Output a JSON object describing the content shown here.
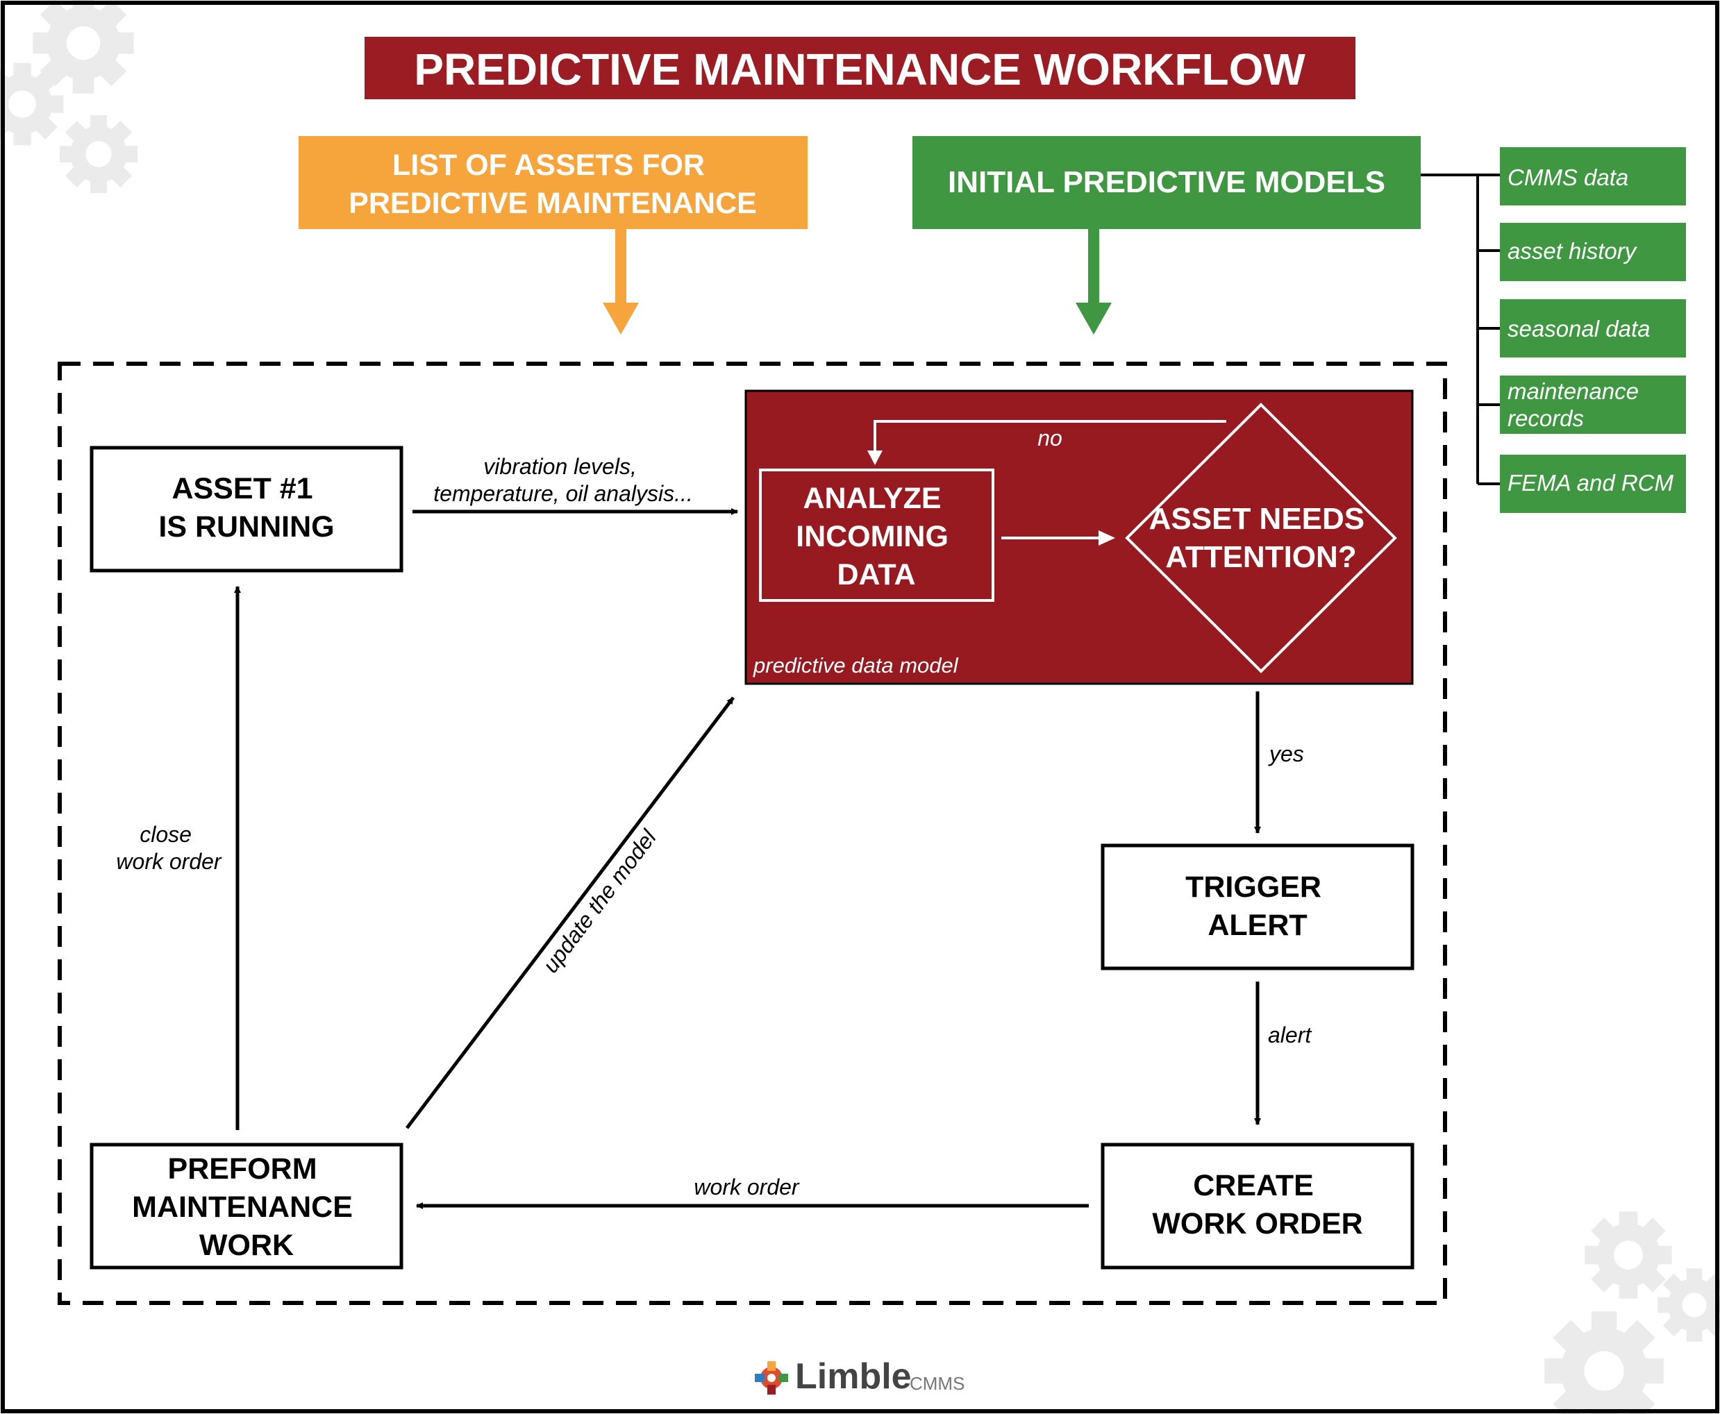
{
  "title": "PREDICTIVE MAINTENANCE WORKFLOW",
  "inputs": {
    "assets_list": [
      "LIST OF ASSETS FOR",
      "PREDICTIVE MAINTENANCE"
    ],
    "initial_models": "INITIAL PREDICTIVE MODELS",
    "model_sources": [
      [
        "CMMS data"
      ],
      [
        "asset history"
      ],
      [
        "seasonal data"
      ],
      [
        "maintenance",
        "records"
      ],
      [
        "FEMA and RCM"
      ]
    ]
  },
  "nodes": {
    "asset_running": [
      "ASSET #1",
      "IS RUNNING"
    ],
    "analyze": [
      "ANALYZE",
      "INCOMING",
      "DATA"
    ],
    "decision": [
      "ASSET NEEDS",
      "ATTENTION?"
    ],
    "model_caption": "predictive data model",
    "trigger_alert": [
      "TRIGGER",
      "ALERT"
    ],
    "create_work_order": [
      "CREATE",
      "WORK ORDER"
    ],
    "perform_maintenance": [
      "PREFORM",
      "MAINTENANCE",
      "WORK"
    ]
  },
  "edges": {
    "sensor_data": [
      "vibration levels,",
      "temperature, oil analysis..."
    ],
    "no": "no",
    "yes": "yes",
    "alert": "alert",
    "work_order": "work order",
    "close_work_order": [
      "close",
      "work order"
    ],
    "update_model": "update the model"
  },
  "brand": {
    "name": "Limble",
    "suffix": "CMMS"
  },
  "colors": {
    "title_bg": "#9b1c22",
    "model_bg": "#971a21",
    "orange": "#f6a53d",
    "green": "#3f9742",
    "gear": "#ebebeb"
  }
}
